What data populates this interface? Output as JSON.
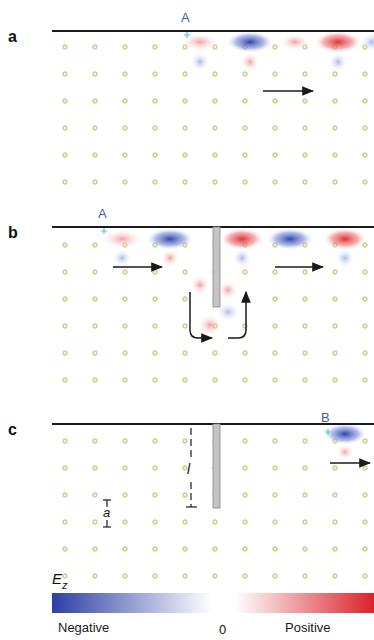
{
  "diagram": {
    "labels": [
      "a",
      "A",
      "b",
      "A",
      "c",
      "l",
      "a",
      "B",
      "E",
      "z",
      "0"
    ],
    "legend": [
      {
        "text": "Negative",
        "color": "#2c3fa6"
      },
      {
        "text": "Positive",
        "color": "#d8232a"
      }
    ]
  }
}
